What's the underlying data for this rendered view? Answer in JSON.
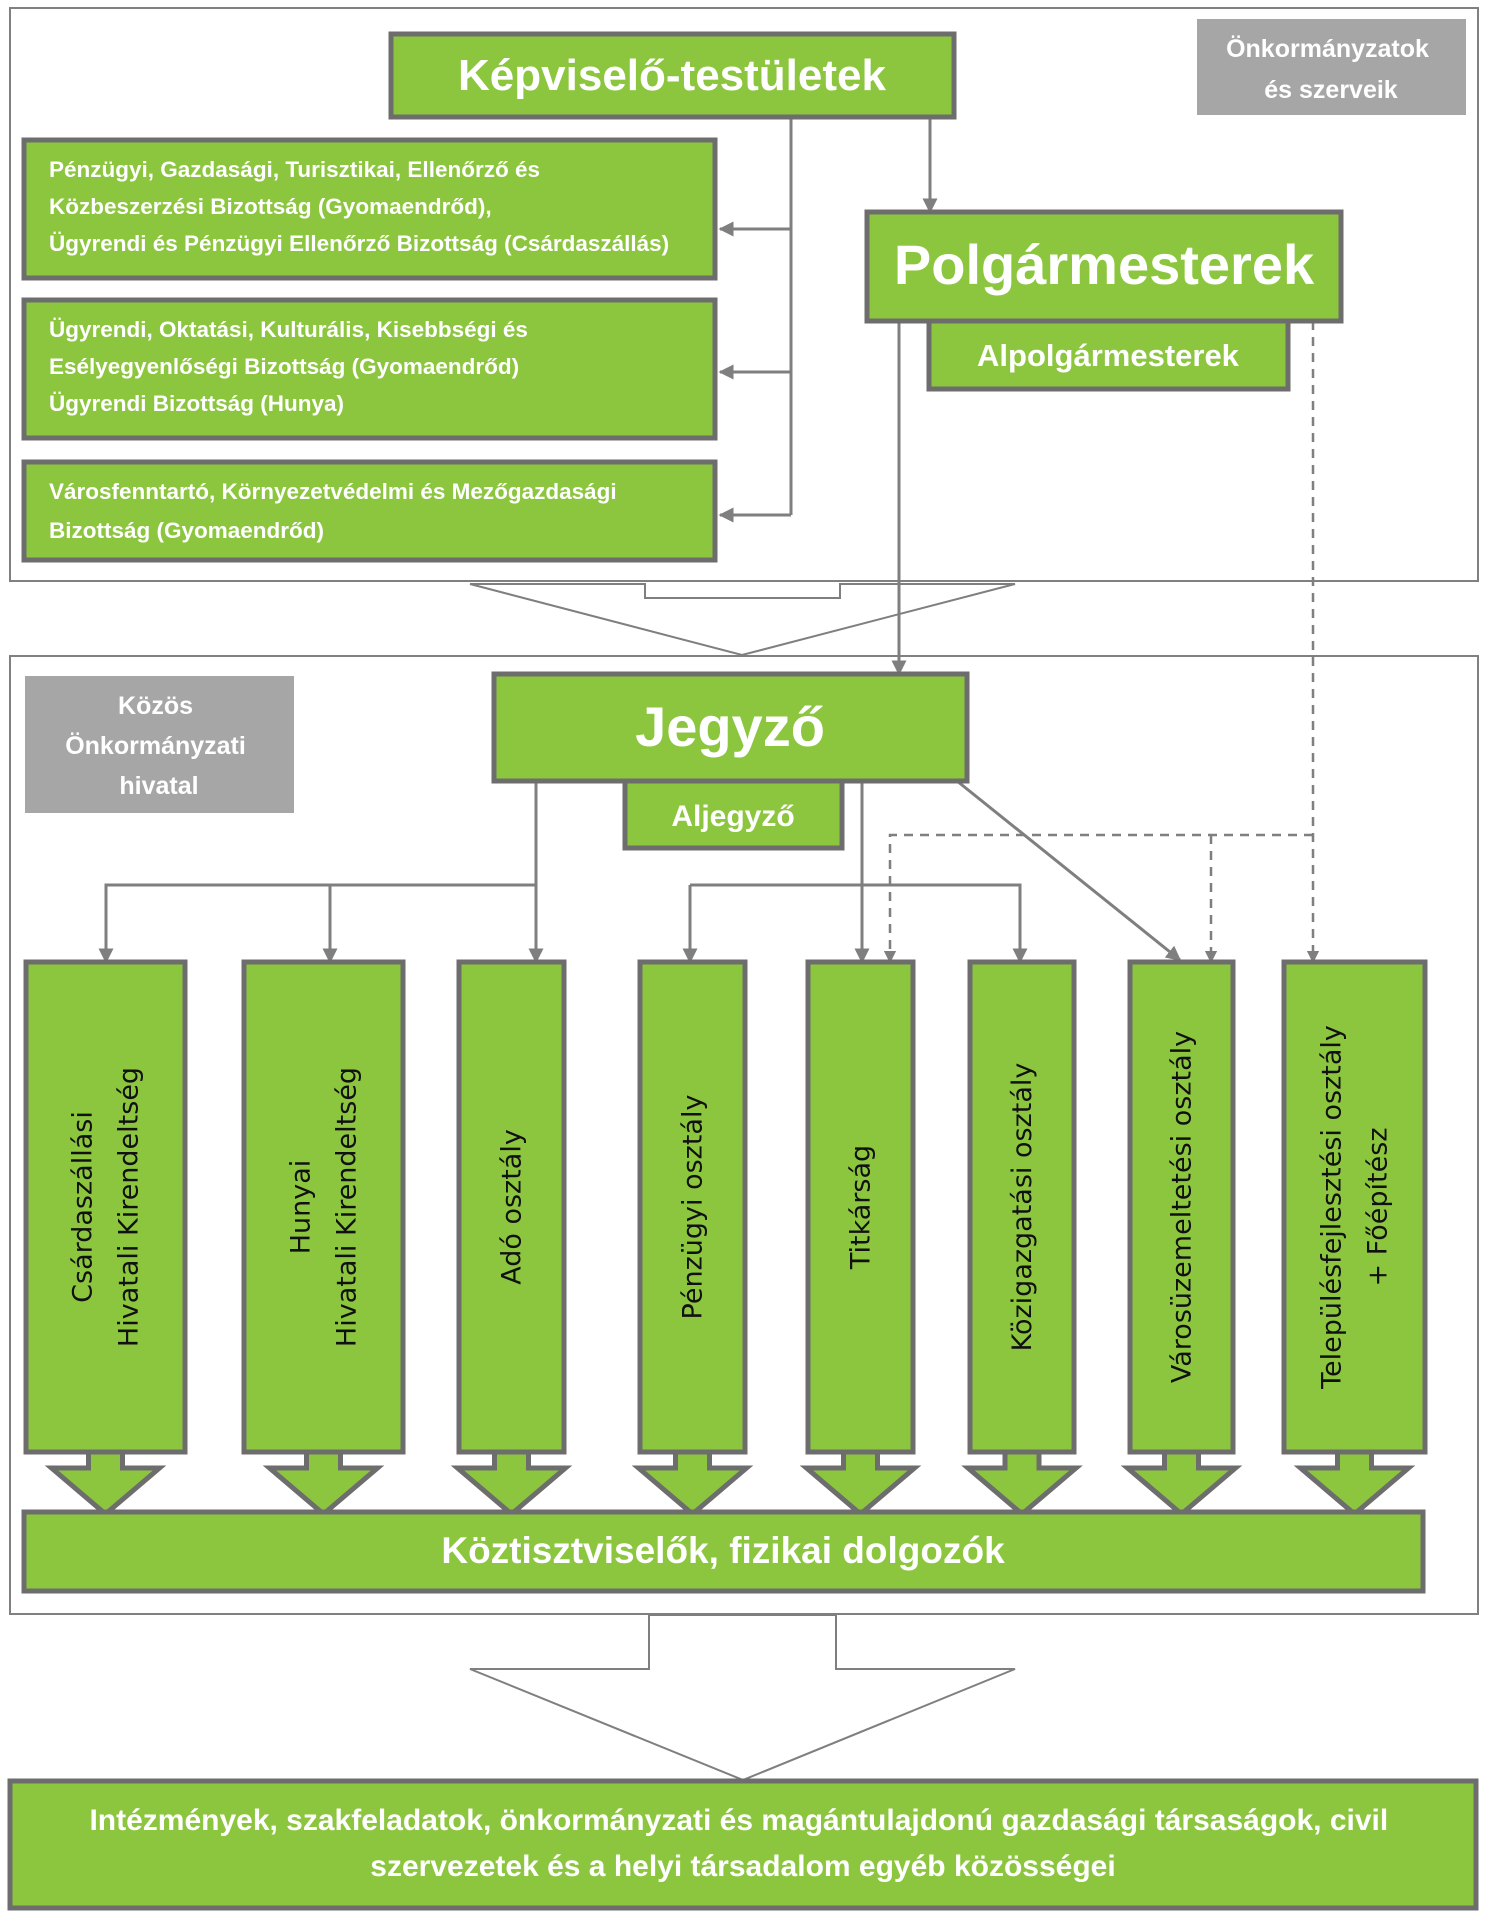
{
  "groups": {
    "councils_label": [
      "Önkormányzatok",
      "és szerveik"
    ],
    "office_label": [
      "Közös",
      "Önkormányzati",
      "hivatal"
    ]
  },
  "nodes": {
    "councils": "Képviselő-testületek",
    "committee_1": [
      "Pénzügyi, Gazdasági, Turisztikai, Ellenőrző és",
      "Közbeszerzési Bizottság (Gyomaendrőd),",
      "Ügyrendi és Pénzügyi Ellenőrző Bizottság (Csárdaszállás)"
    ],
    "committee_2": [
      "Ügyrendi, Oktatási, Kulturális, Kisebbségi és",
      "Esélyegyenlőségi Bizottság (Gyomaendrőd)",
      "Ügyrendi Bizottság (Hunya)"
    ],
    "committee_3": [
      "Városfenntartó, Környezetvédelmi és Mezőgazdasági",
      "Bizottság (Gyomaendrőd)"
    ],
    "mayors": "Polgármesterek",
    "deputy_mayors": "Alpolgármesterek",
    "notary": "Jegyző",
    "deputy_notary": "Aljegyző",
    "departments": [
      [
        "Csárdaszállási",
        "Hivatali Kirendeltség"
      ],
      [
        "Hunyai",
        "Hivatali Kirendeltség"
      ],
      [
        "Adó osztály"
      ],
      [
        "Pénzügyi osztály"
      ],
      [
        "Titkárság"
      ],
      [
        "Közigazgatási osztály"
      ],
      [
        "Városüzemeltetési osztály"
      ],
      [
        "Településfejlesztési osztály",
        "+ Főépítész"
      ]
    ],
    "staff": "Köztisztviselők, fizikai dolgozók",
    "community": [
      "Intézmények, szakfeladatok, önkormányzati és magántulajdonú gazdasági társaságok, civil",
      "szervezetek és a helyi társadalom egyéb közösségei"
    ]
  },
  "colors": {
    "box": "#8cc63f",
    "border": "#6d6d6d",
    "tag": "#a6a6a6",
    "line": "#7f7f7f"
  }
}
